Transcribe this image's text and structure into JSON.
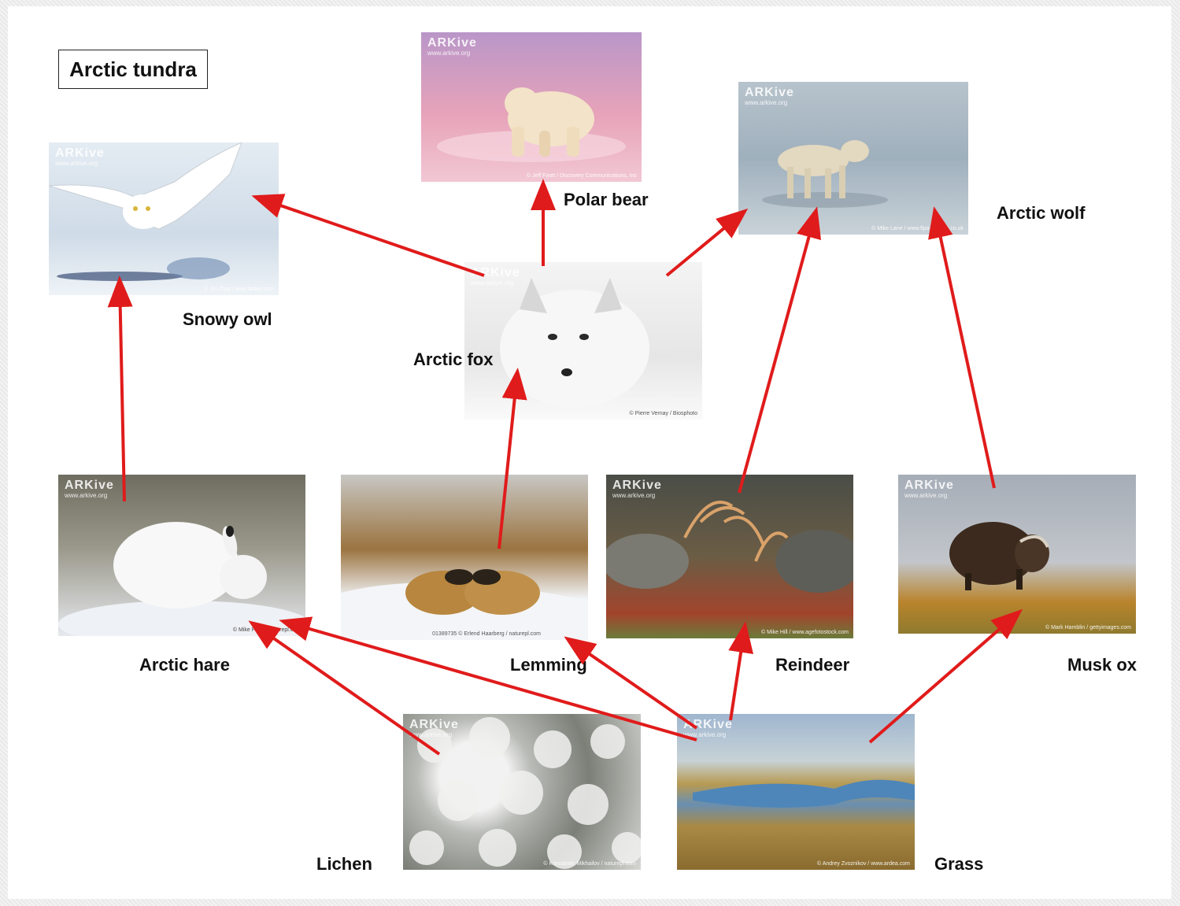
{
  "title": "Arctic tundra",
  "watermark": "ARKive",
  "watermark_sub": "www.arkive.org",
  "arrow_color": "#e01b1b",
  "organisms": {
    "polar_bear": {
      "label": "Polar bear",
      "credit": "© Jeff Foott / Discovery Communications, Inc"
    },
    "arctic_wolf": {
      "label": "Arctic wolf",
      "credit": "© Mike Lane / www.flpa-images.co.uk"
    },
    "snowy_owl": {
      "label": "Snowy owl",
      "credit": "© Jim Zipp / www.ardea.com"
    },
    "arctic_fox": {
      "label": "Arctic fox",
      "credit": "© Pierre Vernay / Biosphoto"
    },
    "arctic_hare": {
      "label": "Arctic hare",
      "credit": "© Mike Potts / naturepl.com"
    },
    "lemming": {
      "label": "Lemming",
      "credit": "01389735 © Erlend Haarberg / naturepl.com"
    },
    "reindeer": {
      "label": "Reindeer",
      "credit": "© Mike Hill / www.agefotostock.com"
    },
    "musk_ox": {
      "label": "Musk ox",
      "credit": "© Mark Hamblin / gettyimages.com"
    },
    "lichen": {
      "label": "Lichen",
      "credit": "© Konstantin Mikhailov / naturepl.com"
    },
    "grass": {
      "label": "Grass",
      "credit": "© Andrey Zvoznikov / www.ardea.com"
    }
  },
  "food_links": [
    {
      "from": "Lichen",
      "to": "Arctic hare"
    },
    {
      "from": "Grass",
      "to": "Arctic hare"
    },
    {
      "from": "Grass",
      "to": "Lemming"
    },
    {
      "from": "Grass",
      "to": "Reindeer"
    },
    {
      "from": "Grass",
      "to": "Musk ox"
    },
    {
      "from": "Arctic hare",
      "to": "Snowy owl"
    },
    {
      "from": "Lemming",
      "to": "Arctic fox"
    },
    {
      "from": "Arctic fox",
      "to": "Snowy owl"
    },
    {
      "from": "Arctic fox",
      "to": "Polar bear"
    },
    {
      "from": "Arctic fox",
      "to": "Arctic wolf"
    },
    {
      "from": "Reindeer",
      "to": "Arctic wolf"
    },
    {
      "from": "Musk ox",
      "to": "Arctic wolf"
    }
  ]
}
